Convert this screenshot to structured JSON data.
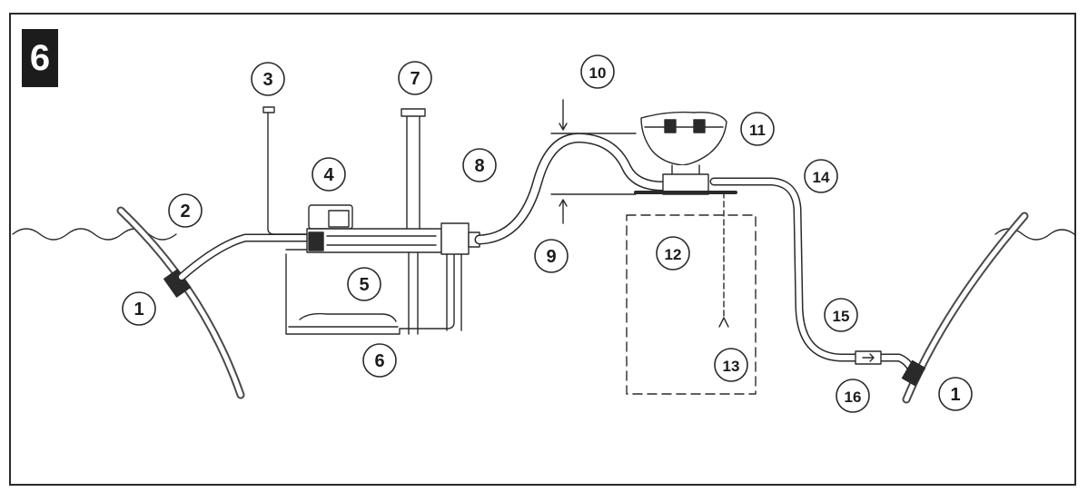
{
  "step_number": "6",
  "callouts": [
    {
      "id": "sea-cock-left",
      "label": "1"
    },
    {
      "id": "intake-hose",
      "label": "2"
    },
    {
      "id": "vent-line",
      "label": "3"
    },
    {
      "id": "pump-motor",
      "label": "4"
    },
    {
      "id": "pump-body",
      "label": "5"
    },
    {
      "id": "holding-tank",
      "label": "6"
    },
    {
      "id": "tank-vent",
      "label": "7"
    },
    {
      "id": "tank-outlet",
      "label": "8"
    },
    {
      "id": "height-lower",
      "label": "9"
    },
    {
      "id": "height-upper",
      "label": "10"
    },
    {
      "id": "toilet",
      "label": "11"
    },
    {
      "id": "floor-area",
      "label": "12"
    },
    {
      "id": "drain-line",
      "label": "13"
    },
    {
      "id": "discharge-hose",
      "label": "14"
    },
    {
      "id": "loop-hose",
      "label": "15"
    },
    {
      "id": "check-valve",
      "label": "16"
    },
    {
      "id": "sea-cock-right",
      "label": "1"
    }
  ],
  "colors": {
    "line": "#2a2a2a",
    "hull": "#4a4a4a",
    "fill": "#ffffff"
  }
}
